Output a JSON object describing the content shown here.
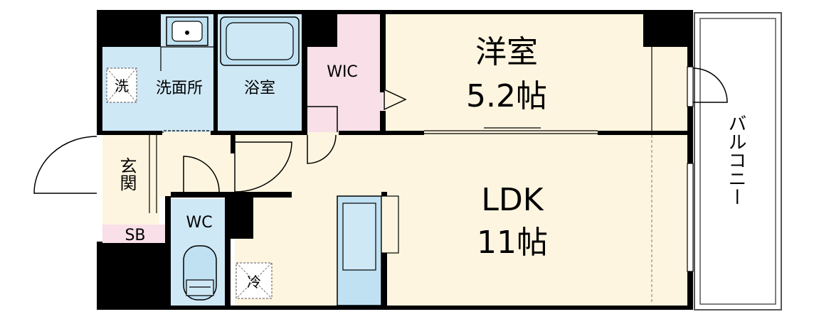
{
  "colors": {
    "wall": "#000000",
    "wet_area": "#cfe8f6",
    "wic": "#f8dfe8",
    "living": "#fdf5df",
    "balcony": "#ffffff",
    "sb": "#f8dfe8",
    "fixture": "#bfe1f2"
  },
  "rooms": {
    "washroom": {
      "label": "洗面所",
      "washer_icon": "洗"
    },
    "bath": {
      "label": "浴室"
    },
    "wic": {
      "label": "WIC"
    },
    "bedroom": {
      "label": "洋室",
      "size": "5.2帖"
    },
    "entrance": {
      "label": "玄関"
    },
    "sb": {
      "label": "SB"
    },
    "wc": {
      "label": "WC"
    },
    "fridge": {
      "label": "冷"
    },
    "ldk": {
      "label": "LDK",
      "size": "11帖"
    },
    "balcony": {
      "label": "バルコニー"
    }
  }
}
